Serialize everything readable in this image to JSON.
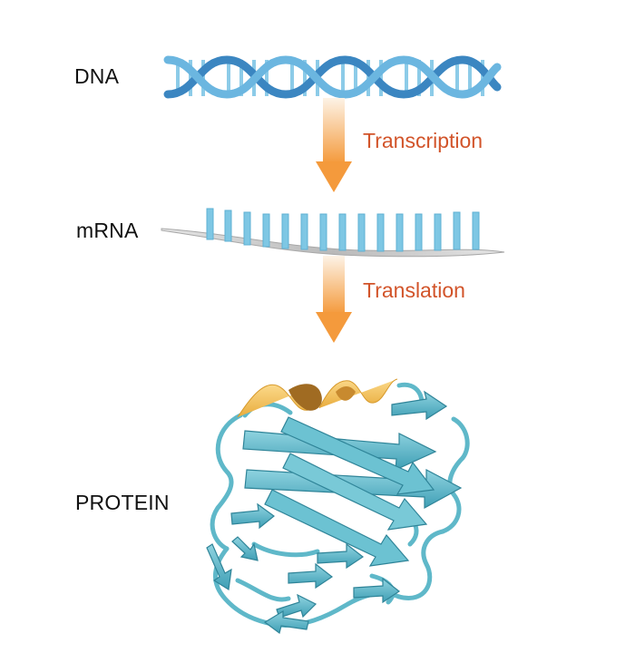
{
  "labels": {
    "dna": "DNA",
    "mrna": "mRNA",
    "protein": "PROTEIN"
  },
  "steps": {
    "transcription": "Transcription",
    "translation": "Translation"
  },
  "colors": {
    "helix": "#5aa9d6",
    "helix_dark": "#3b86c1",
    "rung": "#8ccbe8",
    "arrow_top": "#fdf0e0",
    "arrow_bottom": "#f49a3c",
    "step_text": "#d2542a",
    "protein_teal": "#5fb8c9",
    "protein_dark": "#3a8fa3",
    "protein_gold": "#f3c463",
    "protein_brown": "#a06b22",
    "mrna_strand": "#c9c9c9"
  }
}
